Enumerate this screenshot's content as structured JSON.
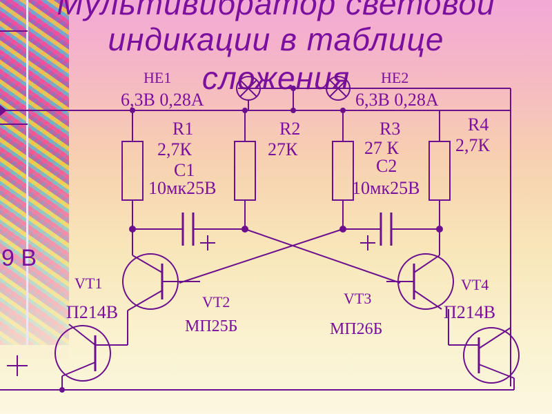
{
  "title": {
    "line1": "Мультивибратор световой",
    "line2": "индикации в таблице",
    "line3": "сложения"
  },
  "labels": {
    "he1": "HE1",
    "he1_rating": "6,3В  0,28А",
    "he2": "HE2",
    "he2_rating": "6,3В  0,28А",
    "r1": "R1",
    "r1_value": "2,7К",
    "r2": "R2",
    "r2_value": "27К",
    "r3": "R3",
    "r3_value": "27 К",
    "r4": "R4",
    "r4_value": "2,7К",
    "c1": "С1",
    "c1_value": "10мк25В",
    "c2": "С2",
    "c2_value": "10мк25В",
    "vt1": "VT1",
    "vt1_type": "П214В",
    "vt2": "VT2",
    "vt2_type": "МП25Б",
    "vt3": "VT3",
    "vt3_type": "МП26Б",
    "vt4": "VT4",
    "vt4_type": "П214В",
    "supply": "9 В",
    "cap_plus": "+"
  },
  "colors": {
    "wire": "#6b0f8e",
    "text": "#7b0f9e"
  }
}
